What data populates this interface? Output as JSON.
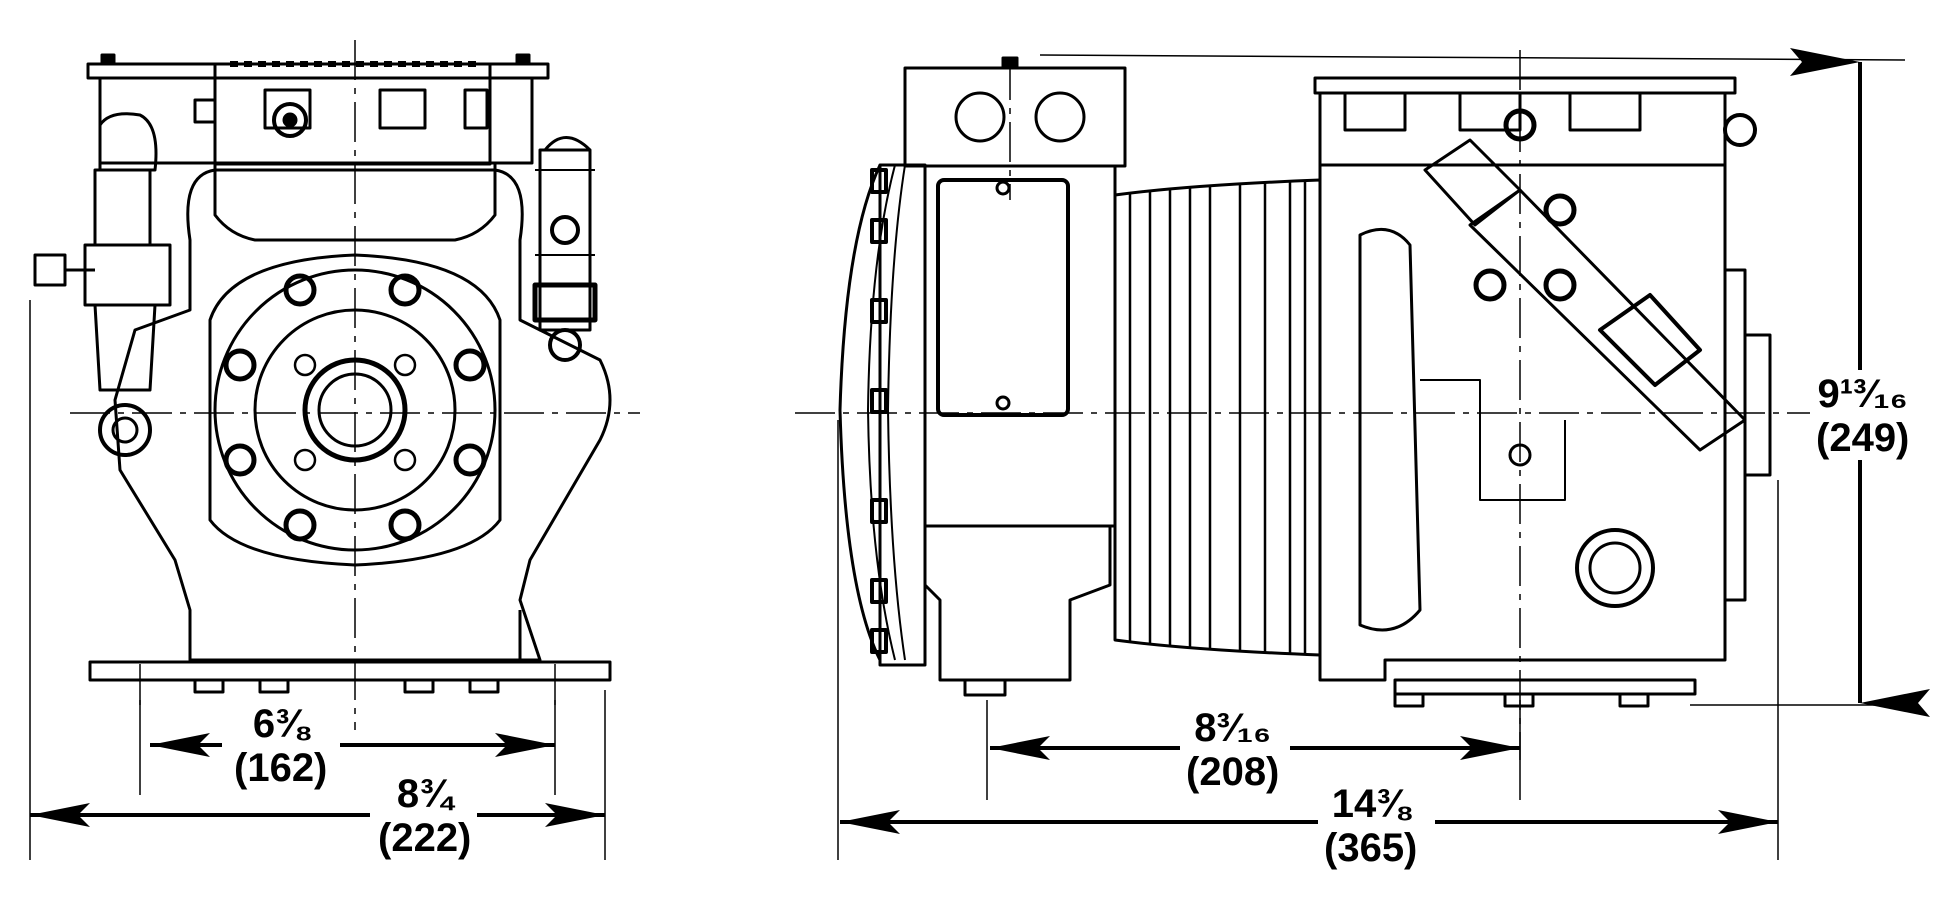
{
  "front_view": {
    "base_width": {
      "imperial": "6⅜",
      "metric": "(162)"
    },
    "overall_width": {
      "imperial": "8¾",
      "metric": "(222)"
    }
  },
  "side_view": {
    "mount_spacing": {
      "imperial": "8³⁄₁₆",
      "metric": "(208)"
    },
    "overall_length": {
      "imperial": "14⅜",
      "metric": "(365)"
    },
    "overall_height": {
      "imperial": "9¹³⁄₁₆",
      "metric": "(249)"
    }
  },
  "colors": {
    "ink": "#000000",
    "paper": "#ffffff"
  }
}
